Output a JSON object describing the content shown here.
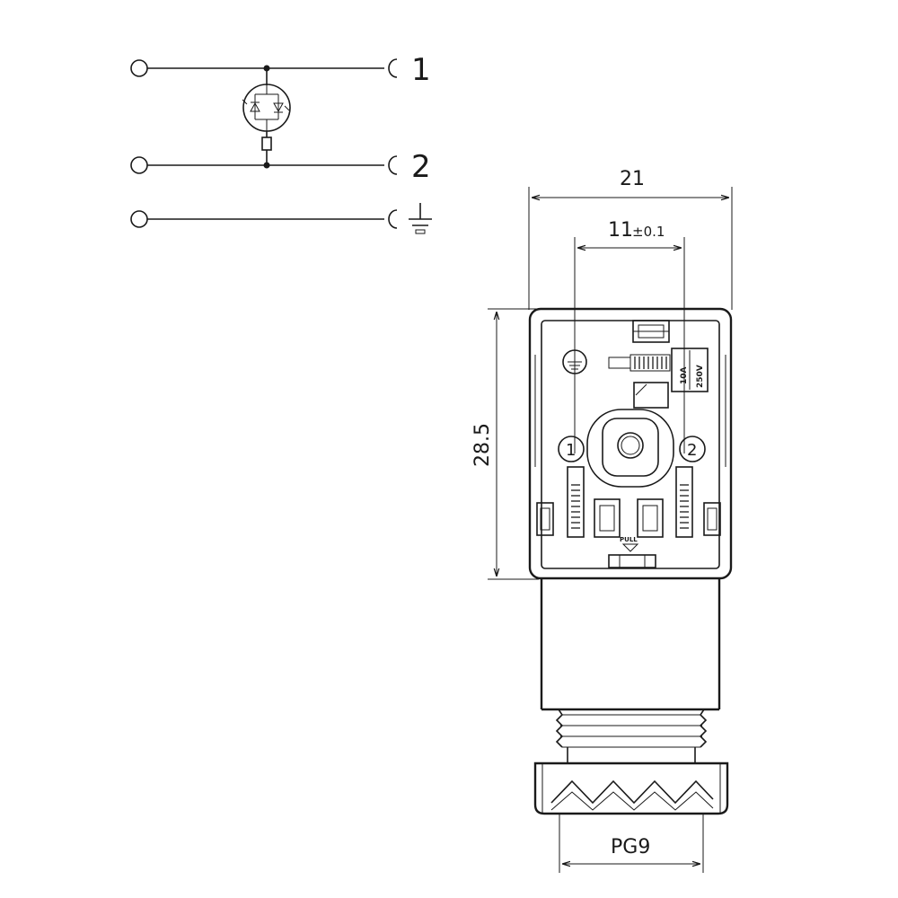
{
  "schematic": {
    "terminals": [
      "1",
      "2"
    ],
    "ground_terminal_icon": "ground-icon",
    "indicator_icon": "led-indicator-icon"
  },
  "dimensions": {
    "width": "21",
    "pin_spacing_value": "11",
    "pin_spacing_tolerance": "±0.1",
    "height": "28.5",
    "thread": "PG9"
  },
  "connector_face": {
    "pin_1_label": "1",
    "pin_2_label": "2",
    "rating_current": "10A",
    "rating_voltage": "250V",
    "pull_label": "PULL"
  }
}
